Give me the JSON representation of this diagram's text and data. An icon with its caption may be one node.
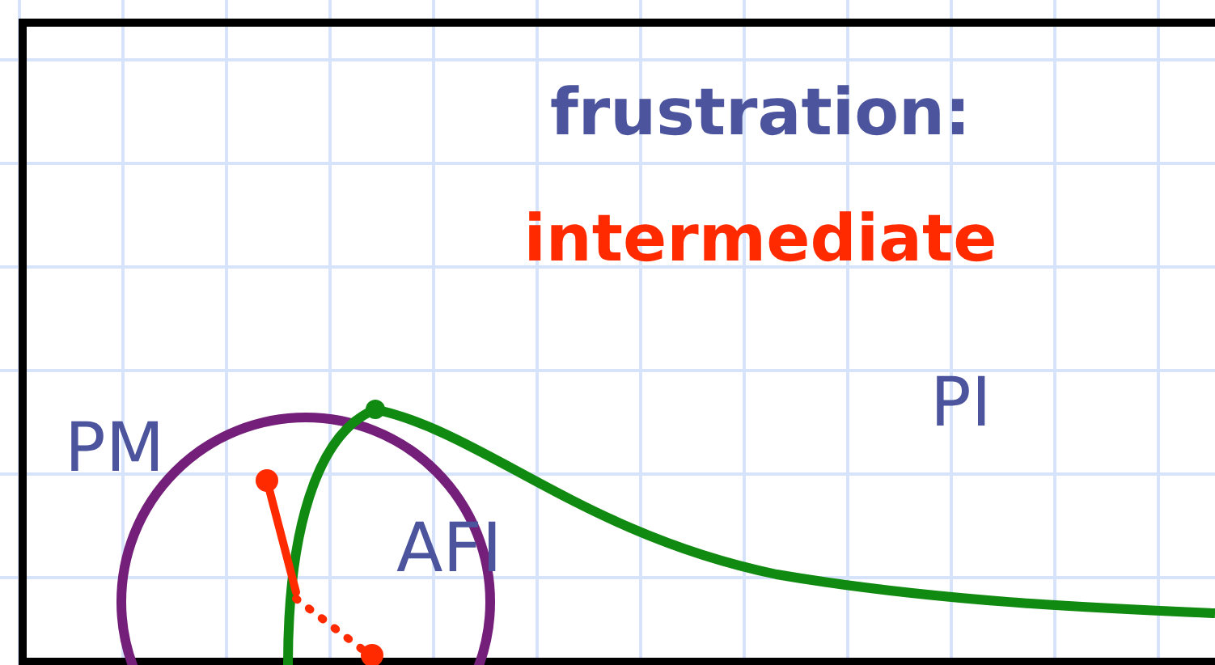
{
  "diagram": {
    "labels": [
      "frustration:",
      "intermediate",
      "PI",
      "PM",
      "AFI"
    ]
  }
}
